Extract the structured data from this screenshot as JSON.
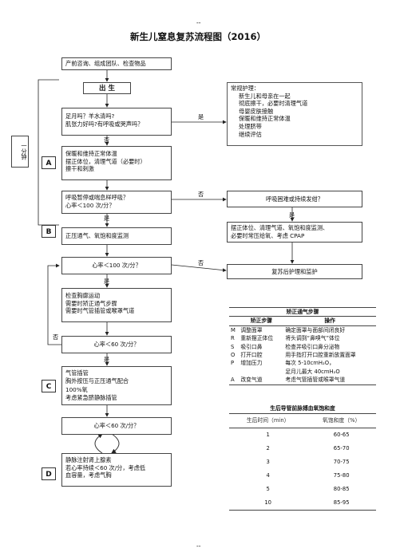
{
  "page": {
    "top_mark": "--",
    "bottom_mark": "--",
    "title": "新生儿窒息复苏流程图（2016）"
  },
  "flow": {
    "prep": "产前咨询、组成团队、检查物品",
    "birth": "出 生",
    "assess": [
      "足月吗？羊水清吗?",
      "肌张力好吗?有呼吸或哭声吗？"
    ],
    "yes": "是",
    "no": "否",
    "routine": [
      "常规护理：",
      "新生儿和母亲在一起",
      "彻底擦干，必要时清理气道",
      "母婴皮肤接触",
      "保暖和维持正常体温",
      "处理脐带",
      "继续评估"
    ],
    "one_minute": "一分钟",
    "a_steps": [
      "保暖和维持正常体温",
      "摆正体位，清理气道（必要时）",
      "擦干和刺激"
    ],
    "apnea_q": [
      "呼吸暂停或喘息样呼吸？",
      "心率＜100 次/分？"
    ],
    "dyspnea_q": "呼吸困难或持续发绀？",
    "b_steps": "正压通气、氧饱和度监测",
    "right_steps": [
      "摆正体位、清理气道、氧饱和度监测、",
      "必要时常压给氧、考虑 CPAP"
    ],
    "hr100_q": "心率＜100 次/分？",
    "post_care": "复苏后护理和监护",
    "check_steps": [
      "检查胸廓运动",
      "需要时矫正通气步骤",
      "需要时气管插管或喉罩气道"
    ],
    "hr60_q": "心率＜60 次/分？",
    "c_steps": [
      "气管插管",
      "胸外按压与正压通气配合",
      "100%氧",
      "考虑紧急脐静脉插管"
    ],
    "hr60_q2": "心率＜60 次/分？",
    "d_steps": [
      "静脉注射肾上腺素",
      "若心率持续＜60 次/分，考虑低",
      "血容量，考虑气胸"
    ],
    "letters": [
      "A",
      "B",
      "C",
      "D"
    ]
  },
  "mrsopa": {
    "title": "矫正通气步骤",
    "headers": [
      "",
      "矫正步骤",
      "操作"
    ],
    "rows": [
      [
        "M",
        "调整面罩",
        "确定面罩与面部间闭良好"
      ],
      [
        "R",
        "重新摆正体位",
        "将头调到“鼻嗅气”体位"
      ],
      [
        "S",
        "吸引口鼻",
        "检查并吸引口鼻分泌物"
      ],
      [
        "O",
        "打开口腔",
        "用手指打开口腔重新放置面罩"
      ],
      [
        "P",
        "增加压力",
        "每次 5-10cmH₂O，"
      ],
      [
        "",
        "",
        "足月儿最大 40cmH₂O"
      ],
      [
        "A",
        "改变气道",
        "考虑气管插管或喉罩气道"
      ]
    ]
  },
  "spo2": {
    "title": "生后导管前脉搏血氧饱和度",
    "headers": [
      "生后时间（min）",
      "氧饱和度（%）"
    ],
    "rows": [
      [
        "1",
        "60-65"
      ],
      [
        "2",
        "65-70"
      ],
      [
        "3",
        "70-75"
      ],
      [
        "4",
        "75-80"
      ],
      [
        "5",
        "80-85"
      ],
      [
        "10",
        "85-95"
      ]
    ]
  }
}
